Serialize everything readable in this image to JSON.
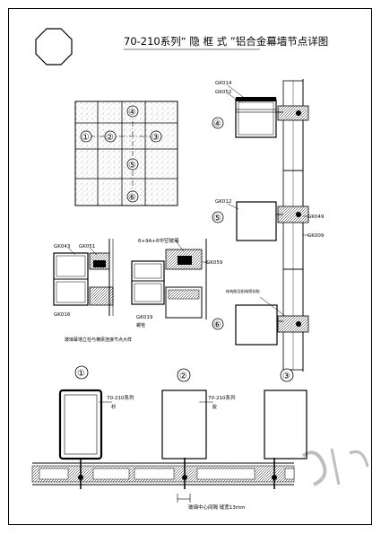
{
  "drawing": {
    "title": "70-210系列“ 隐 框 式 ”铝合金幕墙节点详图",
    "grid_markers": [
      "①",
      "②",
      "③",
      "④",
      "⑤",
      "⑥"
    ],
    "section_markers": [
      "④",
      "⑤",
      "⑥"
    ],
    "elevation_markers": [
      "①",
      "②",
      "③"
    ],
    "part_codes": {
      "gk014": "GK014",
      "gk052": "GK052",
      "gk012": "GK012",
      "gk049": "GK049",
      "gk009": "GK009",
      "gk043": "GK043",
      "gk051": "GK051",
      "gk016": "GK016",
      "gk059": "GK059",
      "gk019": "GK019"
    },
    "notes": {
      "glass_spec": "6+9A+6中空玻璃",
      "caption_left": "玻璃幕墙立柱与横梁连接节点大样",
      "bolt": "螺栓",
      "sealant": "结构胶及耐候密封胶",
      "profile_a": "70-210系列",
      "profile_a_sub": "材",
      "profile_b": "70-210系列",
      "profile_b_sub": "胶",
      "bottom_dim": "玻璃中心间隔 缝宽13mm"
    }
  }
}
